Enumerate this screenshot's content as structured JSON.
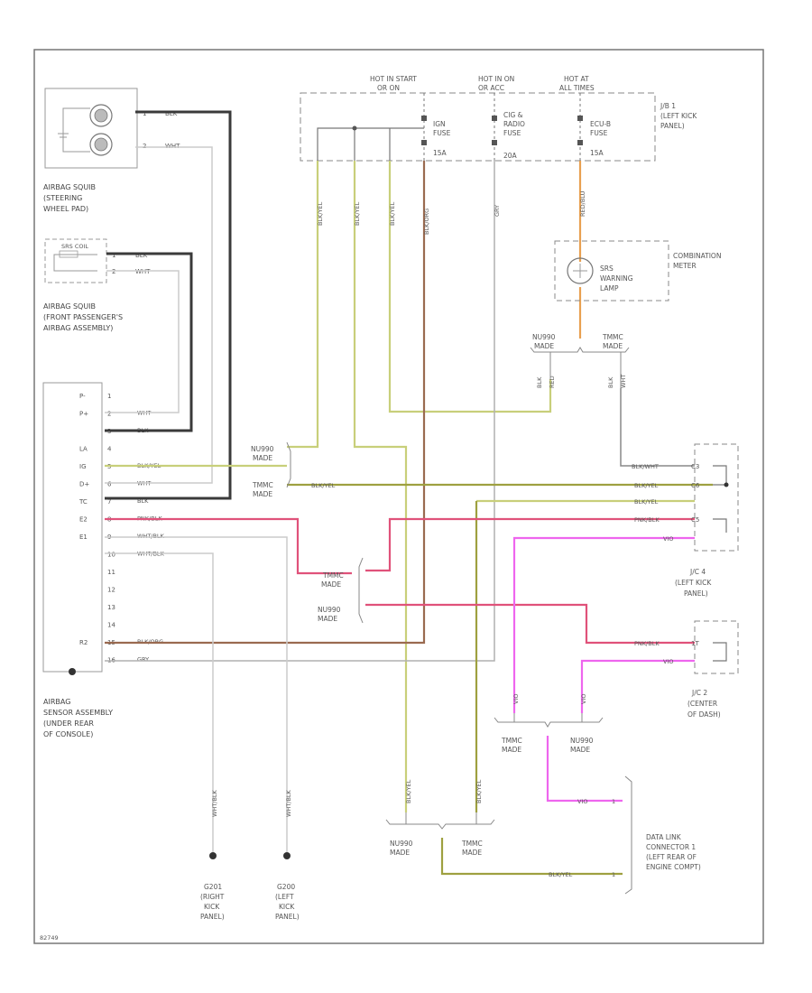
{
  "figure_id": "82749",
  "fuse_header": {
    "hot_in_start": [
      "HOT IN START",
      "OR ON"
    ],
    "hot_in_on": [
      "HOT IN ON",
      "OR ACC"
    ],
    "hot_at_all": [
      "HOT AT",
      "ALL TIMES"
    ]
  },
  "fuses": {
    "ign": [
      "IGN",
      "FUSE",
      "15A"
    ],
    "cig": [
      "CIG &",
      "RADIO",
      "FUSE",
      "20A"
    ],
    "ecu": [
      "ECU-B",
      "FUSE",
      "15A"
    ]
  },
  "jb1": [
    "J/B 1",
    "(LEFT KICK",
    "PANEL)"
  ],
  "combination_meter": [
    "COMBINATION",
    "METER"
  ],
  "srs_lamp": [
    "SRS",
    "WARNING",
    "LAMP"
  ],
  "squib_steering": [
    "AIRBAG SQUIB",
    "(STEERING",
    "WHEEL PAD)"
  ],
  "squib_passenger": [
    "AIRBAG SQUIB",
    "(FRONT PASSENGER'S",
    "AIRBAG ASSEMBLY)"
  ],
  "passenger_resistor": "SRS COIL",
  "sensor_assembly": [
    "AIRBAG",
    "SENSOR ASSEMBLY",
    "(UNDER REAR",
    "OF CONSOLE)"
  ],
  "sensor_pins": [
    "P-",
    "P+",
    "",
    "LA",
    "IG",
    "D+",
    "TC",
    "E2",
    "E1",
    "",
    "",
    "",
    "",
    "",
    "R2",
    ""
  ],
  "sensor_pin_numbers": [
    "1",
    "2",
    "3",
    "4",
    "5",
    "6",
    "7",
    "8",
    "9",
    "10",
    "11",
    "12",
    "13",
    "14",
    "15",
    "16"
  ],
  "sensor_wire_labels": [
    "",
    "WHT",
    "BLK",
    "",
    "BLK/YEL",
    "WHT",
    "BLK",
    "PNK/BLK",
    "WHT/BLK",
    "WHT/BLK",
    "",
    "",
    "",
    "",
    "BLK/ORG",
    "GRY"
  ],
  "squib_wires": {
    "steering_1": [
      "1",
      "BLK"
    ],
    "steering_2": [
      "2",
      "WHT"
    ],
    "passenger_1": [
      "1",
      "BLK"
    ],
    "passenger_2": [
      "2",
      "WHT"
    ]
  },
  "jb1_wire_labels": [
    "BLK/YEL",
    "BLK/YEL",
    "BLK/YEL",
    "BLK/ORG",
    "GRY",
    "RED/BLU"
  ],
  "mid_wire_labels": {
    "lamp_left": [
      "BLK",
      "RED"
    ],
    "lamp_right": [
      "BLK",
      "WHT"
    ],
    "jb4_wire_1": "BLK/YEL",
    "jb4_wire_2": "BLK/YEL",
    "jb4_wire_3": "BLK/YEL",
    "jb4_wire_4": "PNK/BLK",
    "jb4_wire_5": "VIO",
    "jb4_wire_top": "BLK/WHT",
    "jb2_wire_1": "PNK/BLK",
    "jb2_wire_2": "VIO"
  },
  "connector_pins": {
    "jb4": [
      "C3",
      "C6",
      "C5"
    ],
    "jb2": [
      "1T"
    ],
    "dlc": [
      "1",
      "1"
    ]
  },
  "model_labels": {
    "nu_left_top": [
      "NU990",
      "MADE"
    ],
    "tmc_left_top": [
      "TMMC",
      "MADE"
    ],
    "tmc_mid": [
      "TMMC",
      "MADE"
    ],
    "nu_mid": [
      "NU990",
      "MADE"
    ],
    "top_left": [
      "NU990",
      "MADE"
    ],
    "top_right": [
      "TMMC",
      "MADE"
    ],
    "bottom_right_left": [
      "TMMC",
      "MADE"
    ],
    "bottom_right_right": [
      "NU990",
      "MADE"
    ],
    "bottom_left": [
      "NU990",
      "MADE"
    ],
    "bottom_right": [
      "TMMC",
      "MADE"
    ]
  },
  "jb4": [
    "J/C 4",
    "(LEFT KICK",
    "PANEL)"
  ],
  "jb2": [
    "J/C 2",
    "(CENTER",
    "OF DASH)"
  ],
  "dlc": [
    "DATA LINK",
    "CONNECTOR 1",
    "(LEFT REAR OF",
    "ENGINE COMPT)"
  ],
  "dlc_pin_labels": [
    "VIO",
    "BLK/YEL"
  ],
  "ground_right": [
    "G201",
    "(RIGHT",
    "KICK",
    "PANEL)"
  ],
  "ground_left": [
    "G200",
    "(LEFT",
    "KICK",
    "PANEL)"
  ],
  "ground_wires": [
    "WHT/BLK",
    "WHT/BLK"
  ],
  "bottom_vertical_labels": [
    "BLK/YEL",
    "BLK/YEL"
  ],
  "colors": {
    "yellow_wire": "#c8cf7a",
    "dark_yellow_wire": "#9ea040",
    "pink_wire": "#e0527a",
    "magenta_wire": "#ee66ee",
    "black_wire": "#3a3a3a",
    "gray_wire": "#b0b0b0",
    "brown_wire": "#9a6a50",
    "orange_wire": "#e8a050"
  }
}
